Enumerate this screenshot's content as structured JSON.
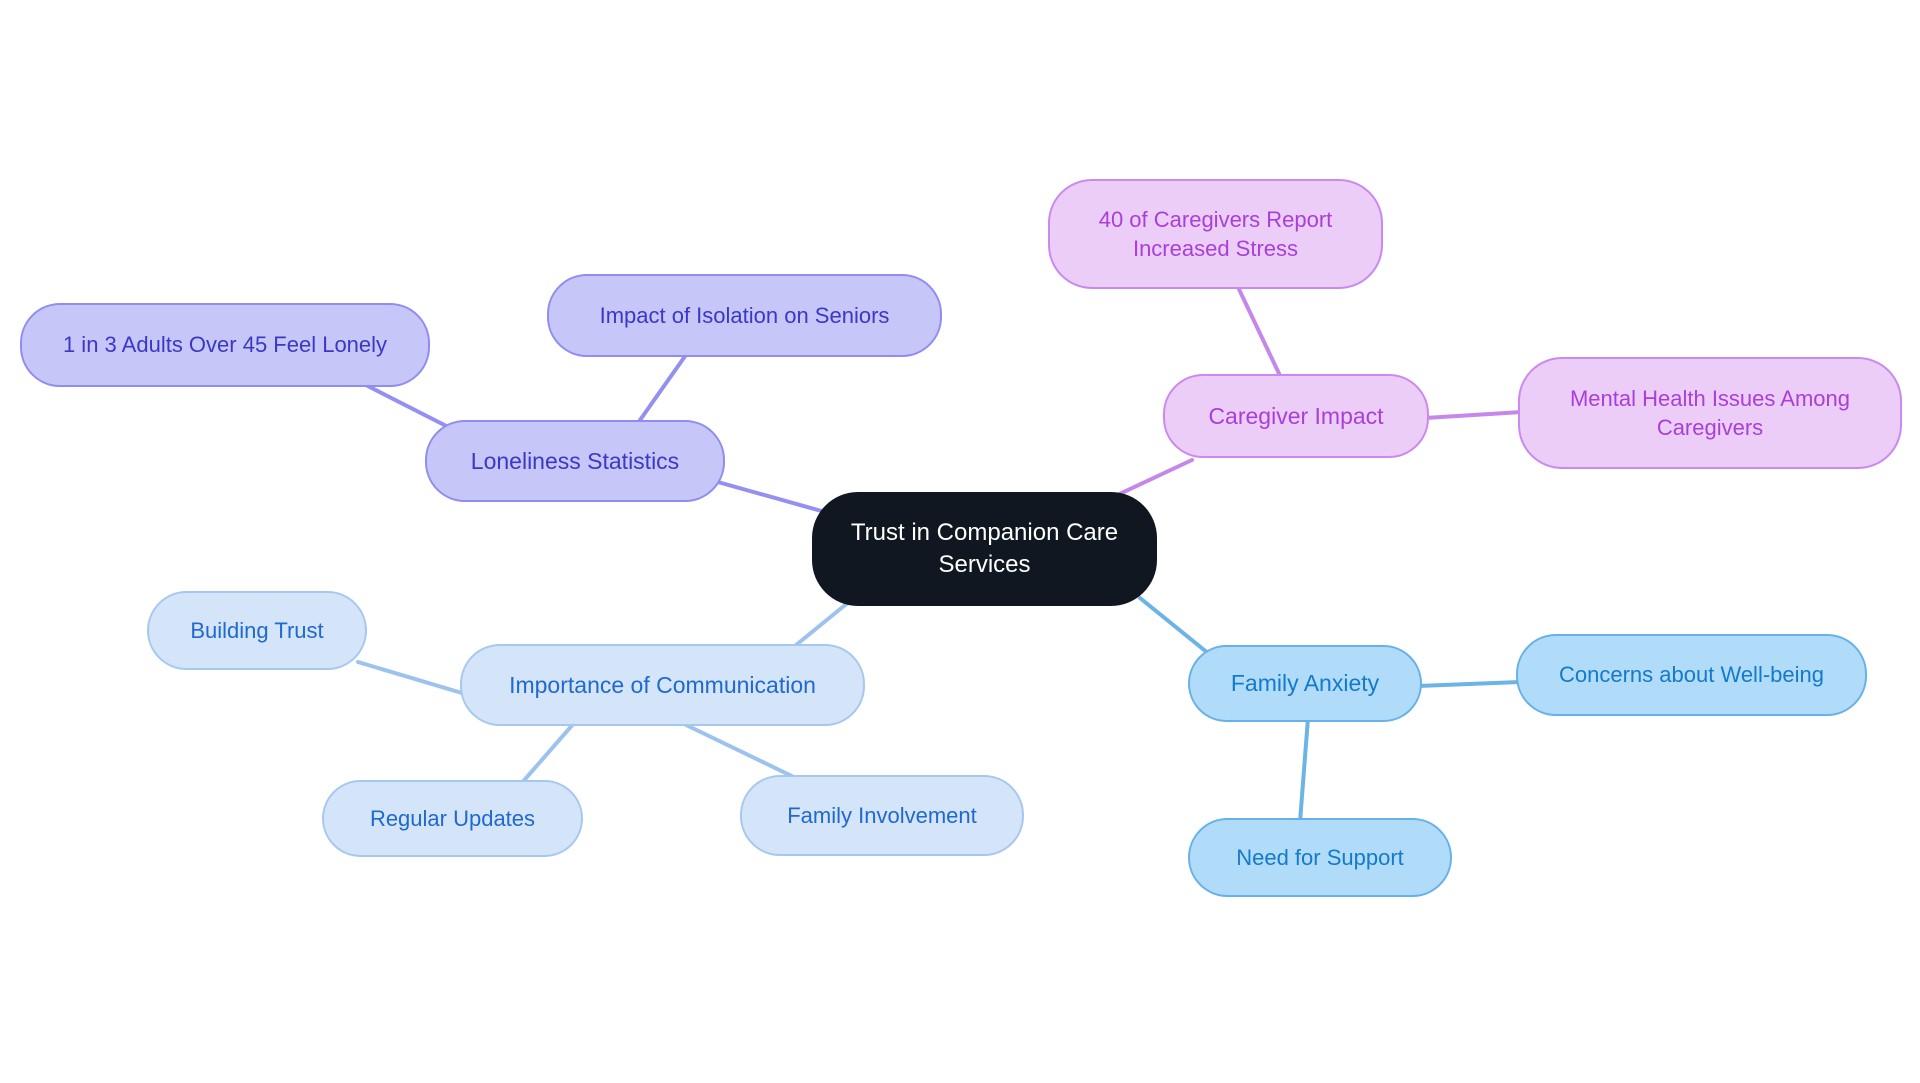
{
  "diagram": {
    "type": "mindmap",
    "background": "#ffffff",
    "center": {
      "label": "Trust in Companion Care Services",
      "fill": "#101720",
      "text_color": "#ffffff"
    },
    "branches": [
      {
        "name": "loneliness-statistics",
        "label": "Loneliness Statistics",
        "fill": "#c7c6f8",
        "border": "#8f8df0",
        "text_color": "#3b38c5",
        "line": "#9390f0",
        "children": [
          {
            "label": "1 in 3 Adults Over 45 Feel Lonely"
          },
          {
            "label": "Impact of Isolation on Seniors"
          }
        ]
      },
      {
        "name": "caregiver-impact",
        "label": "Caregiver Impact",
        "fill": "#ebcdf8",
        "border": "#cb88ef",
        "text_color": "#a93fd9",
        "line": "#c687ea",
        "children": [
          {
            "label": "40 of Caregivers Report Increased Stress"
          },
          {
            "label": "Mental Health Issues Among Caregivers"
          }
        ]
      },
      {
        "name": "importance-of-communication",
        "label": "Importance of Communication",
        "fill": "#d4e4f9",
        "border": "#a6c8ef",
        "text_color": "#2069cf",
        "line": "#9cc3ee",
        "children": [
          {
            "label": "Building Trust"
          },
          {
            "label": "Regular Updates"
          },
          {
            "label": "Family Involvement"
          }
        ]
      },
      {
        "name": "family-anxiety",
        "label": "Family Anxiety",
        "fill": "#b0dcf9",
        "border": "#66b2e8",
        "text_color": "#157ac9",
        "line": "#6cb4e6",
        "children": [
          {
            "label": "Concerns about Well-being"
          },
          {
            "label": "Need for Support"
          }
        ]
      }
    ]
  }
}
